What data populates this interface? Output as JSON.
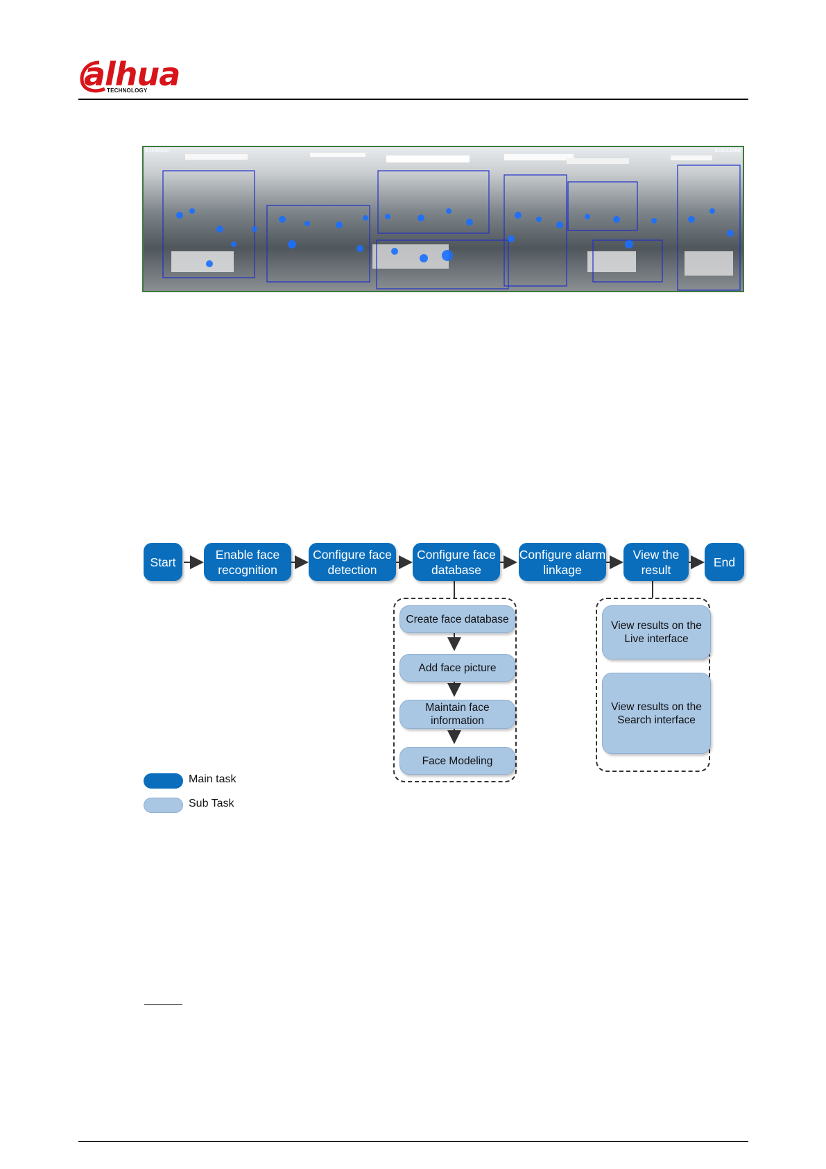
{
  "header": {
    "brand": "alhua",
    "brand_subtitle": "TECHNOLOGY",
    "brand_color": "#d7141a"
  },
  "camera_view": {
    "bitrate": "6154Kbps",
    "resolution": "8192x1800"
  },
  "flowchart": {
    "main_tasks": [
      {
        "label": "Start"
      },
      {
        "label": "Enable face recognition"
      },
      {
        "label": "Configure face detection"
      },
      {
        "label": "Configure face database"
      },
      {
        "label": "Configure alarm linkage"
      },
      {
        "label": "View the result"
      },
      {
        "label": "End"
      }
    ],
    "database_subtasks": [
      {
        "label": "Create face database"
      },
      {
        "label": "Add face picture"
      },
      {
        "label": "Maintain face information"
      },
      {
        "label": "Face Modeling"
      }
    ],
    "result_subtasks": [
      {
        "label": "View results on the Live interface"
      },
      {
        "label": "View results on the Search interface"
      }
    ],
    "legend": {
      "main_task": "Main task",
      "sub_task": "Sub Task"
    },
    "colors": {
      "main_task": "#0a6ebd",
      "sub_task": "#a9c6e3"
    }
  }
}
